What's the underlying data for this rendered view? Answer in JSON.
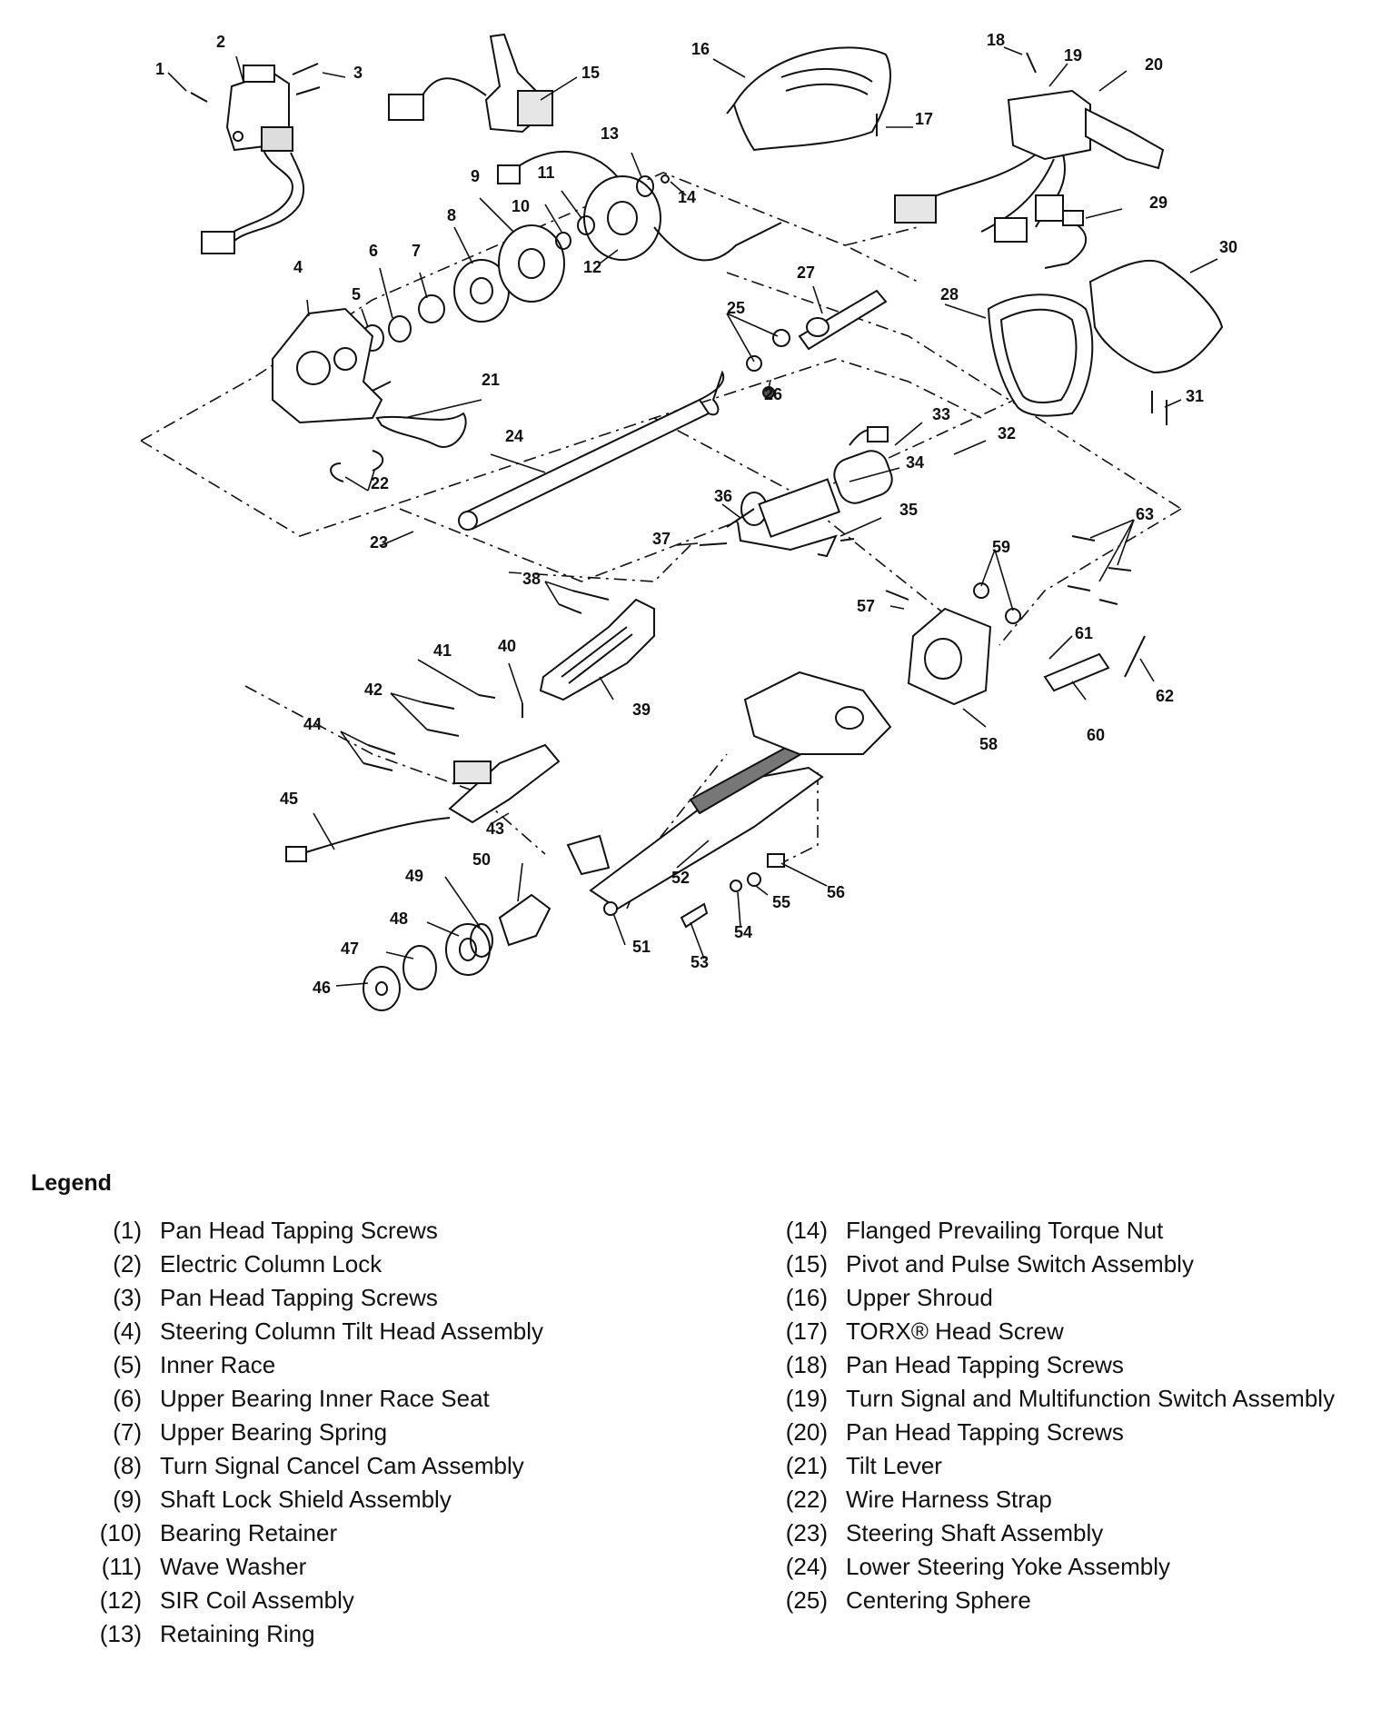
{
  "diagram": {
    "callouts": [
      "1",
      "2",
      "3",
      "4",
      "5",
      "6",
      "7",
      "8",
      "9",
      "10",
      "11",
      "12",
      "13",
      "14",
      "15",
      "16",
      "17",
      "18",
      "19",
      "20",
      "21",
      "22",
      "23",
      "24",
      "25",
      "26",
      "27",
      "28",
      "29",
      "30",
      "31",
      "32",
      "33",
      "34",
      "35",
      "36",
      "37",
      "38",
      "39",
      "40",
      "41",
      "42",
      "43",
      "44",
      "45",
      "46",
      "47",
      "48",
      "49",
      "50",
      "51",
      "52",
      "53",
      "54",
      "55",
      "56",
      "57",
      "58",
      "59",
      "60",
      "61",
      "62",
      "63"
    ]
  },
  "legend": {
    "title": "Legend",
    "left": [
      {
        "num": "(1)",
        "text": "Pan Head Tapping Screws"
      },
      {
        "num": "(2)",
        "text": "Electric Column Lock"
      },
      {
        "num": "(3)",
        "text": "Pan Head Tapping Screws"
      },
      {
        "num": "(4)",
        "text": "Steering Column Tilt Head Assembly"
      },
      {
        "num": "(5)",
        "text": "Inner Race"
      },
      {
        "num": "(6)",
        "text": "Upper Bearing Inner Race Seat"
      },
      {
        "num": "(7)",
        "text": "Upper Bearing Spring"
      },
      {
        "num": "(8)",
        "text": "Turn Signal Cancel Cam Assembly"
      },
      {
        "num": "(9)",
        "text": "Shaft Lock Shield Assembly"
      },
      {
        "num": "(10)",
        "text": "Bearing Retainer"
      },
      {
        "num": "(11)",
        "text": "Wave Washer"
      },
      {
        "num": "(12)",
        "text": "SIR Coil Assembly"
      },
      {
        "num": "(13)",
        "text": "Retaining Ring"
      }
    ],
    "right": [
      {
        "num": "(14)",
        "text": "Flanged Prevailing Torque Nut"
      },
      {
        "num": "(15)",
        "text": "Pivot and Pulse Switch Assembly"
      },
      {
        "num": "(16)",
        "text": "Upper Shroud"
      },
      {
        "num": "(17)",
        "text": "TORX® Head Screw"
      },
      {
        "num": "(18)",
        "text": "Pan Head Tapping Screws"
      },
      {
        "num": "(19)",
        "text": "Turn Signal and Multifunction Switch Assembly"
      },
      {
        "num": "(20)",
        "text": "Pan Head Tapping Screws"
      },
      {
        "num": "(21)",
        "text": "Tilt Lever"
      },
      {
        "num": "(22)",
        "text": "Wire Harness Strap"
      },
      {
        "num": "(23)",
        "text": "Steering Shaft Assembly"
      },
      {
        "num": "(24)",
        "text": "Lower Steering Yoke Assembly"
      },
      {
        "num": "(25)",
        "text": "Centering Sphere"
      }
    ]
  }
}
